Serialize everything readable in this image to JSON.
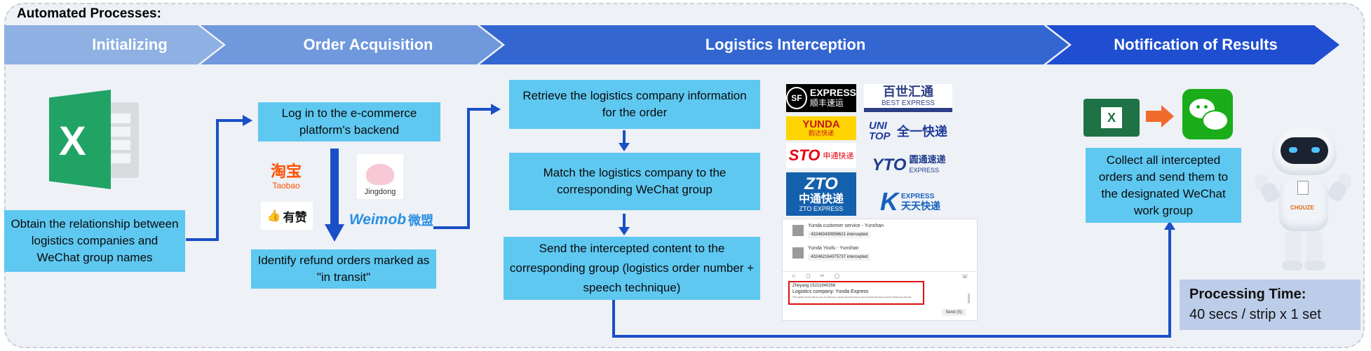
{
  "header": {
    "title": "Automated Processes:"
  },
  "stages": [
    {
      "label": "Initializing"
    },
    {
      "label": "Order Acquisition"
    },
    {
      "label": "Logistics Interception"
    },
    {
      "label": "Notification of Results"
    }
  ],
  "steps": {
    "obtain": "Obtain the relationship between logistics companies and WeChat group names",
    "login": "Log in to the e-commerce platform's backend",
    "identify": "Identify refund orders marked as \"in transit\"",
    "retrieve": "Retrieve the logistics company information for the order",
    "match": "Match the logistics company to the corresponding WeChat group",
    "send": "Send the intercepted content to the corresponding group (logistics order number + speech technique)",
    "collect": "Collect all intercepted orders and send them to the designated WeChat work group"
  },
  "platforms": {
    "taobao_cn": "淘宝",
    "taobao_en": "Taobao",
    "jingdong": "Jingdong",
    "youzan": "有赞",
    "weimob_en": "Weimob",
    "weimob_cn": "微盟"
  },
  "couriers": {
    "sf_en": "EXPRESS",
    "sf_cn": "顺丰速运",
    "best_cn": "百世汇通",
    "best_en": "BEST EXPRESS",
    "yunda_en": "YUNDA",
    "yunda_cn": "韵达快递",
    "uni_en": "UNI TOP",
    "uni_cn": "全一快递",
    "sto_en": "STO",
    "sto_cn": "申通快递",
    "yto_en": "YTO",
    "yto_cn": "圆通速递",
    "yto_sub": "EXPRESS",
    "zto_en": "ZTO",
    "zto_cn": "中通快递",
    "zto_sub": "ZTO EXPRESS",
    "tt_en": "EXPRESS",
    "tt_cn": "天天快递"
  },
  "chat": {
    "msg1_name": "Yunda customer service - Yunshan",
    "msg1_text": "432483430956621 intercepted",
    "msg2_name": "Yunda Youfu - Yunshan",
    "msg2_text": "432462164375737 intercepted",
    "draft_line1": "Zheyang 15211940356",
    "draft_line2": "Logistics company: Yunda Express",
    "draft_line3": "This logistics shows that you are not picking up, please shut down this as well. Intercept has been returned. Please be informed.",
    "send_label": "Send (S)"
  },
  "notify": {
    "excel_letter": "X"
  },
  "robot": {
    "chest_label": "CHOUZE"
  },
  "processing": {
    "label": "Processing Time:",
    "value": "40 secs / strip x 1 set"
  },
  "colors": {
    "chevron1": "#8fb0e2",
    "chevron2": "#6f98dd",
    "chevron3": "#3466d1",
    "chevron4": "#1f4ed0",
    "step_box": "#5ec8f1",
    "arrow": "#1a4fc7",
    "excel": "#1f7246",
    "wechat": "#1aad19"
  }
}
